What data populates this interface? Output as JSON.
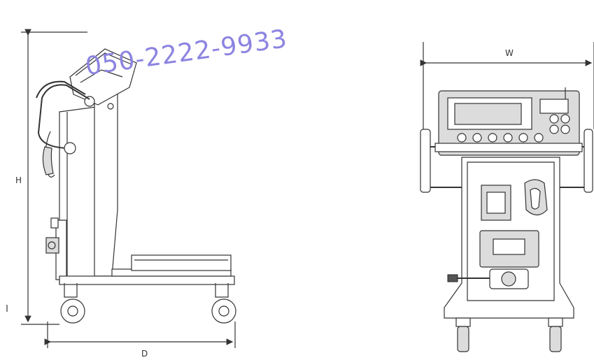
{
  "watermark": {
    "phone": "050-2222-9933",
    "color": "#8c84e0"
  },
  "side_view": {
    "height_label": "H",
    "depth_label": "D"
  },
  "front_view": {
    "width_label": "W"
  }
}
